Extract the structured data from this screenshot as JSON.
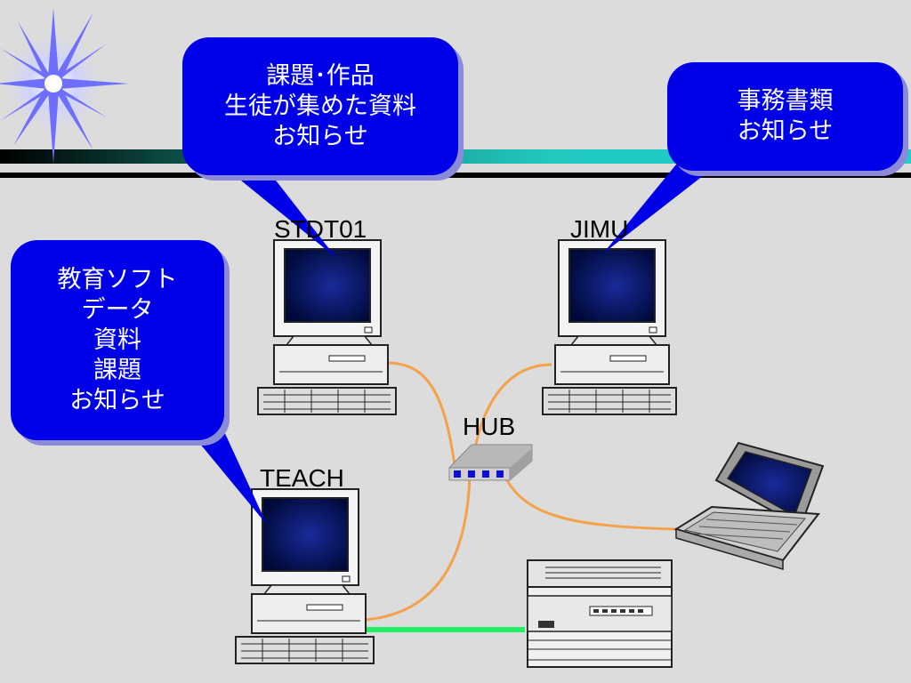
{
  "callouts": {
    "student": [
      "課題･作品",
      "生徒が集めた資料",
      "お知らせ"
    ],
    "office": [
      "事務書類",
      "お知らせ"
    ],
    "teacher": [
      "教育ソフト",
      "データ",
      "資料",
      "課題",
      "お知らせ"
    ]
  },
  "labels": {
    "student_pc": "STDT01",
    "office_pc": "JIMU",
    "teacher_pc": "TEACH",
    "hub": "HUB"
  },
  "colors": {
    "background": "#dcdcdc",
    "callout": "#0000e8",
    "callout_shadow": "#8a8ad8",
    "cable": "#f4a24a",
    "printer_cable": "#22ee66",
    "stripe_teal": "#20c8c0"
  }
}
